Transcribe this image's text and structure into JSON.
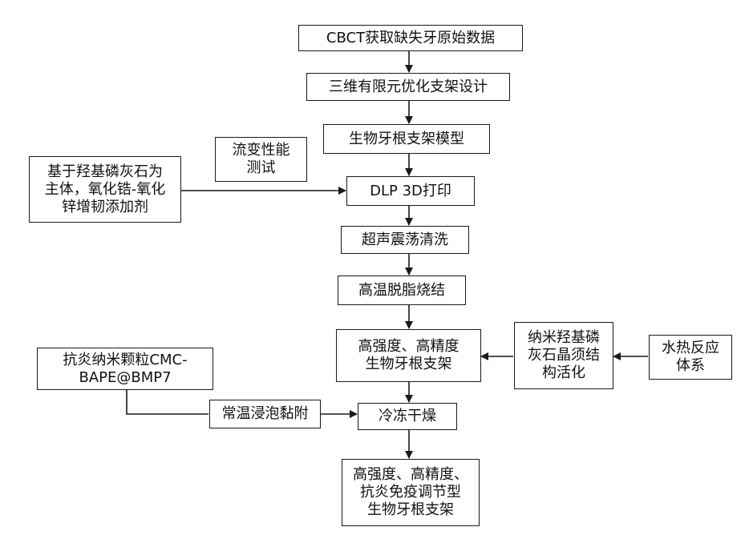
{
  "nodes": {
    "cbct": "CBCT获取缺失牙原始数据",
    "fea": "三维有限元优化支架设计",
    "model": "生物牙根支架模型",
    "rheology": "流变性能\n测试",
    "material": "基于羟基磷灰石为\n主体，氧化锆-氧化\n锌增韧添加剂",
    "dlp": "DLP 3D打印",
    "ultrasonic": "超声震荡清洗",
    "sinter": "高温脱脂烧结",
    "strong": "高强度、高精度\n生物牙根支架",
    "nano_ha": "纳米羟基磷\n灰石晶须结\n构活化",
    "hydro": "水热反应\n体系",
    "anti": "抗炎纳米颗粒CMC-\nBAPE@BMP7",
    "soak": "常温浸泡黏附",
    "freeze": "冷冻干燥",
    "final": "高强度、高精度、\n抗炎免疫调节型\n生物牙根支架"
  },
  "colors": {
    "line": "#1a1a1a"
  }
}
